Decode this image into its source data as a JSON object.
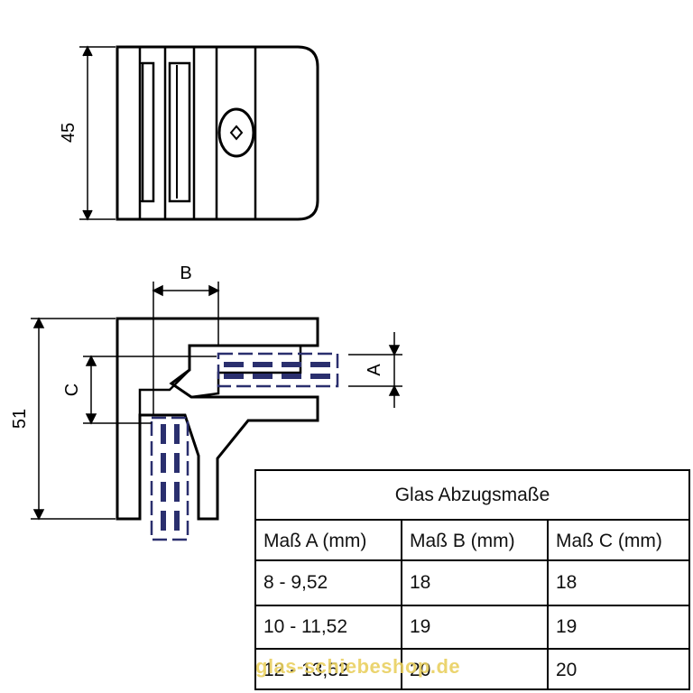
{
  "dimensions": {
    "height_top": "45",
    "height_side": "51",
    "label_a": "A",
    "label_b": "B",
    "label_c": "C"
  },
  "table": {
    "title": "Glas Abzugsmaße",
    "headers": [
      "Maß A (mm)",
      "Maß B (mm)",
      "Maß C (mm)"
    ],
    "rows": [
      [
        "8 - 9,52",
        "18",
        "18"
      ],
      [
        "10 - 11,52",
        "19",
        "19"
      ],
      [
        "12 - 13,52",
        "20",
        "20"
      ]
    ]
  },
  "watermark": "glas-schiebeshop.de",
  "colors": {
    "glass": "#2a2f6e",
    "line": "#000000"
  }
}
